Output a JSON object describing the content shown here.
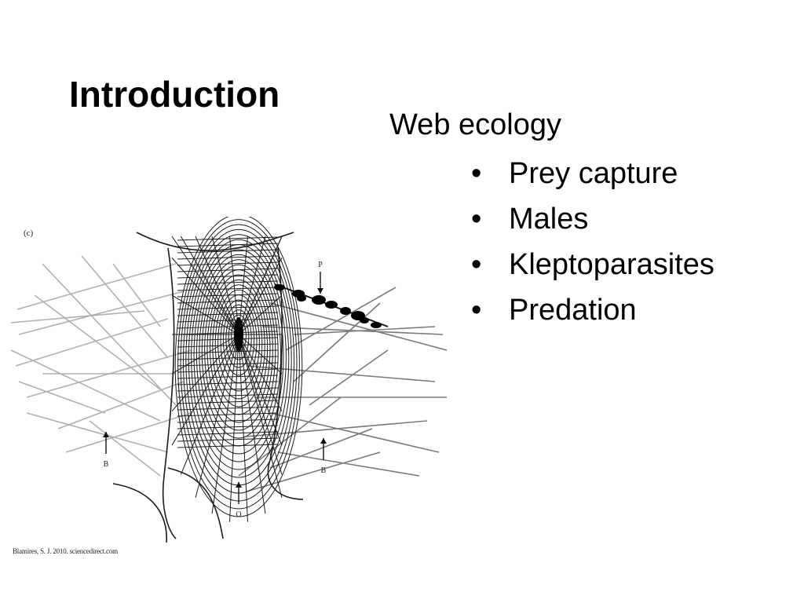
{
  "slide": {
    "title": "Introduction",
    "subheading": "Web ecology",
    "bullet_glyph": "•",
    "bullets": [
      "Prey capture",
      "Males",
      "Kleptoparasites",
      "Predation"
    ]
  },
  "figure": {
    "panel_label": "(c)",
    "arrow_labels": {
      "p": "P",
      "b_left": "B",
      "b_right": "B",
      "o": "O"
    },
    "credit": "Blamires, S. J. 2010. sciencedirect.com",
    "colors": {
      "web_dark": "#1a1a1a",
      "threads_light": "#b0b0b0",
      "threads_mid": "#7a7a7a",
      "debris": "#000000"
    }
  }
}
